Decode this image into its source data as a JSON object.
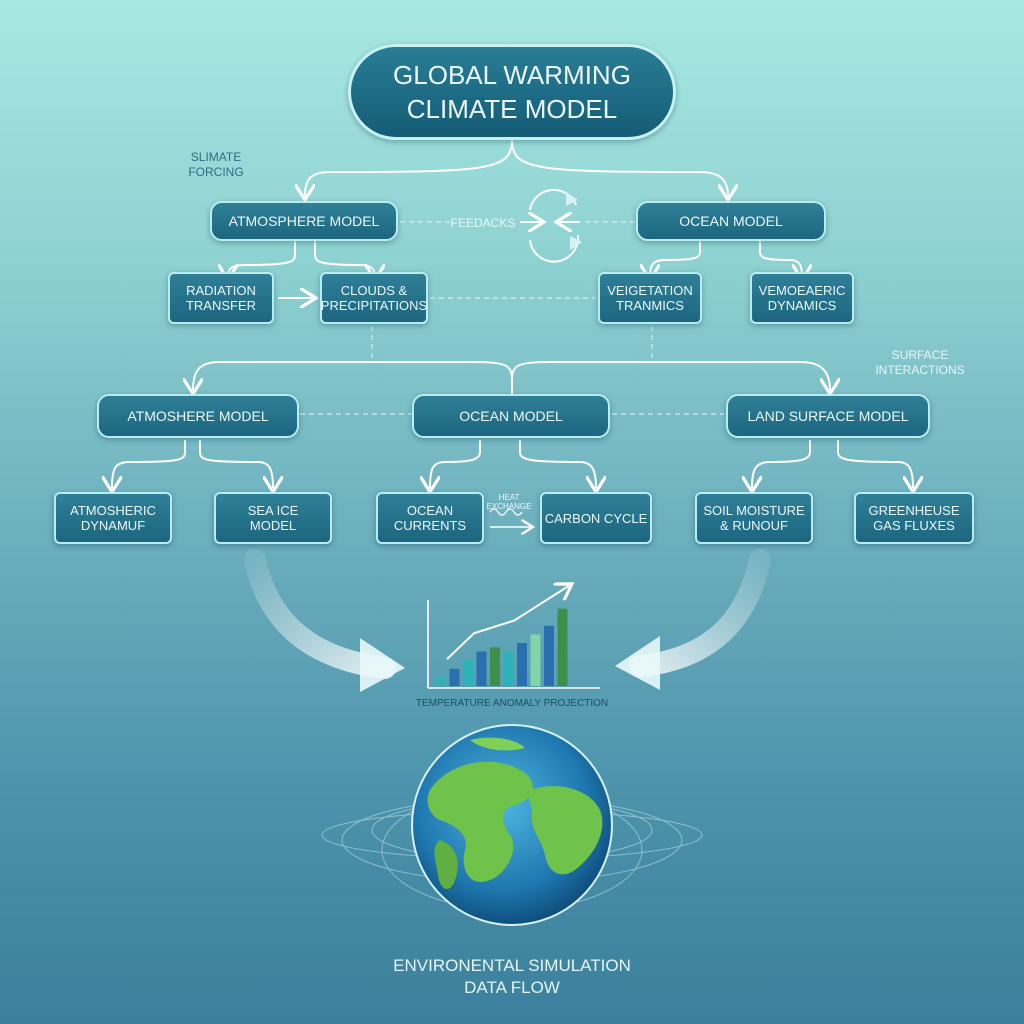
{
  "title": "GLOBAL WARMING\nCLIMATE MODEL",
  "labels": {
    "forcing": "SLIMATE\nFORCING",
    "feedbacks": "FEEDACKS",
    "surface": "SURFACE\nINTERACTIONS",
    "heat": "HEAT\nEXCHANGE",
    "chart_caption": "TEMPERATURE ANOMALY PROJECTION"
  },
  "tier1": {
    "atmosphere": "ATMOSPHERE MODEL",
    "ocean": "OCEAN MODEL"
  },
  "tier2": {
    "radiation": "RADIATION\nTRANSFER",
    "clouds": "CLOUDS &\nPRECIPITATIONS",
    "vegetation": "VEIGETATION\nTRANMICS",
    "oceanic": "VEMOEAERIC\nDYNAMICS"
  },
  "tier3": {
    "atmosphere": "ATMOSHERE MODEL",
    "ocean": "OCEAN MODEL",
    "land": "LAND SURFACE MODEL"
  },
  "tier4": {
    "dynamics": "ATMOSHERIC\nDYNAMUF",
    "seaice": "SEA ICE\nMODEL",
    "currents": "OCEAN\nCURRENTS",
    "carbon": "CARBON CYCLE",
    "soil": "SOIL MOISTURE\n& RUNOUF",
    "ghg": "GREENHEUSE\nGAS FLUXES"
  },
  "footer": "ENVIRONENTAL SIMULATION\nDATA FLOW",
  "colors": {
    "node": "#1d6680",
    "node_border": "#b9ecef",
    "bar_teal": "#2bb3b8",
    "bar_blue": "#2a6fb0",
    "bar_green": "#3e8f4a",
    "bar_light": "#7fd6a8"
  },
  "chart_data": {
    "type": "bar",
    "title": "TEMPERATURE ANOMALY PROJECTION",
    "xlabel": "",
    "ylabel": "",
    "values": [
      1,
      2,
      3,
      4,
      4.5,
      4,
      5,
      6,
      7,
      9
    ],
    "bar_colors": [
      "#2bb3b8",
      "#2a6fb0",
      "#2bb3b8",
      "#2a6fb0",
      "#3e8f4a",
      "#2bb3b8",
      "#2a6fb0",
      "#7fd6a8",
      "#2a6fb0",
      "#3e8f4a"
    ],
    "ylim": [
      0,
      10
    ],
    "trend": [
      1.5,
      3,
      4.5,
      5,
      5.5,
      6,
      7,
      8,
      9,
      10
    ]
  }
}
